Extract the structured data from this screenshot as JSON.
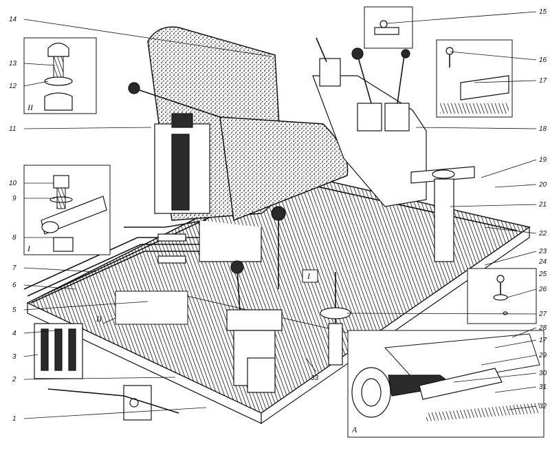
{
  "callouts": {
    "c1": "1",
    "c2": "2",
    "c3": "3",
    "c4": "4",
    "c5": "5",
    "c6": "6",
    "c7": "7",
    "c8": "8",
    "c9": "9",
    "c10": "10",
    "c11": "11",
    "c12": "12",
    "c13": "13",
    "c14": "14",
    "c15": "15",
    "c16": "16",
    "c17a": "17",
    "c18": "18",
    "c19": "19",
    "c20": "20",
    "c21": "21",
    "c22": "22",
    "c23": "23",
    "c24": "24",
    "c25": "25",
    "c26": "26",
    "c27": "27",
    "c28": "28",
    "c17b": "17",
    "c29": "29",
    "c30": "30",
    "c31": "31",
    "c32": "32",
    "c33": "33"
  },
  "views": {
    "roman_ii_inset": "II",
    "roman_i_inset": "I",
    "roman_i_main": "I",
    "roman_ii_main": "II",
    "letter_a": "A"
  }
}
